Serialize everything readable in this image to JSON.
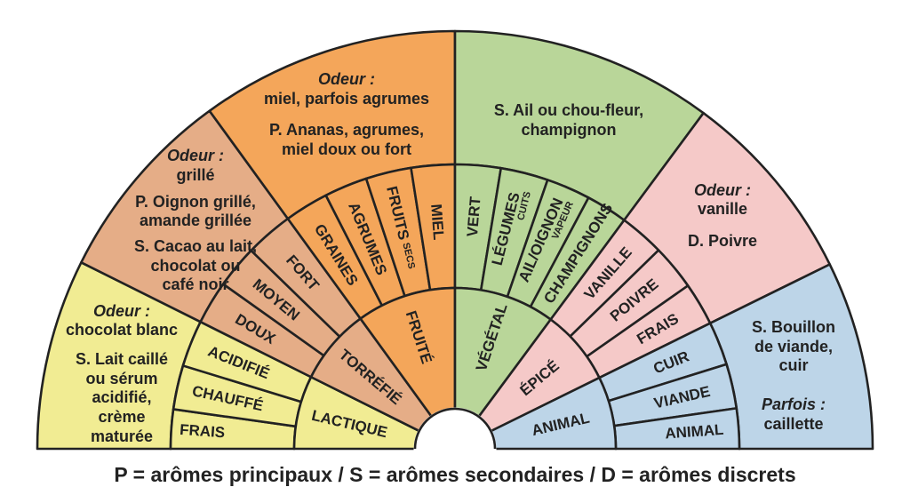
{
  "sectors": [
    {
      "category": "LACTIQUE",
      "color": "#f1ec93",
      "subs": [
        {
          "label": "FRAIS"
        },
        {
          "label": "CHAUFFÉ"
        },
        {
          "label": "ACIDIFIÉ"
        }
      ],
      "description": [
        {
          "prefix": "",
          "text": "Odeur :",
          "italic": true
        },
        {
          "prefix": "",
          "text": "chocolat blanc"
        },
        {
          "prefix": "S.",
          "text": " Lait caillé"
        },
        {
          "prefix": "",
          "text": "ou sérum"
        },
        {
          "prefix": "",
          "text": "acidifié,"
        },
        {
          "prefix": "",
          "text": "crème"
        },
        {
          "prefix": "",
          "text": "maturée"
        }
      ]
    },
    {
      "category": "TORRÉFIÉ",
      "color": "#e5ad87",
      "subs": [
        {
          "label": "DOUX"
        },
        {
          "label": "MOYEN"
        },
        {
          "label": "FORT"
        }
      ],
      "description": [
        {
          "prefix": "",
          "text": "Odeur :",
          "italic": true
        },
        {
          "prefix": "",
          "text": "grillé"
        },
        {
          "prefix": "P.",
          "text": " Oignon grillé,"
        },
        {
          "prefix": "",
          "text": "amande grillée"
        },
        {
          "prefix": "S.",
          "text": " Cacao au lait,"
        },
        {
          "prefix": "",
          "text": "chocolat ou"
        },
        {
          "prefix": "",
          "text": "café noir"
        }
      ]
    },
    {
      "category": "FRUITÉ",
      "color": "#f4a65a",
      "subs": [
        {
          "label": "GRAINES"
        },
        {
          "label": "AGRUMES"
        },
        {
          "label": "FRUITS",
          "small": "SECS"
        },
        {
          "label": "MIEL"
        }
      ],
      "description": [
        {
          "prefix": "",
          "text": "Odeur :",
          "italic": true
        },
        {
          "prefix": "",
          "text": "miel, parfois agrumes"
        },
        {
          "prefix": "P.",
          "text": " Ananas, agrumes,"
        },
        {
          "prefix": "",
          "text": "miel doux ou fort"
        }
      ]
    },
    {
      "category": "VÉGÉTAL",
      "color": "#b9d699",
      "subs": [
        {
          "label": "VERT"
        },
        {
          "label": "LÉGUMES",
          "small": "CUITS"
        },
        {
          "label": "AIL/OIGNON",
          "small": "VAPEUR"
        },
        {
          "label": "CHAMPIGNONS"
        }
      ],
      "description": [
        {
          "prefix": "S.",
          "text": " Ail ou chou-fleur,"
        },
        {
          "prefix": "",
          "text": "champignon"
        }
      ]
    },
    {
      "category": "ÉPICÉ",
      "color": "#f5c9c8",
      "subs": [
        {
          "label": "VANILLE"
        },
        {
          "label": "POIVRE"
        },
        {
          "label": "FRAIS"
        }
      ],
      "description": [
        {
          "prefix": "",
          "text": "Odeur :",
          "italic": true
        },
        {
          "prefix": "",
          "text": "vanille"
        },
        {
          "prefix": "D.",
          "text": " Poivre"
        }
      ]
    },
    {
      "category": "ANIMAL",
      "color": "#bdd5e8",
      "subs": [
        {
          "label": "CUIR"
        },
        {
          "label": "VIANDE"
        },
        {
          "label": "ANIMAL"
        }
      ],
      "description": [
        {
          "prefix": "S.",
          "text": " Bouillon"
        },
        {
          "prefix": "",
          "text": "de viande,"
        },
        {
          "prefix": "",
          "text": "cuir"
        },
        {
          "prefix": "",
          "text": "Parfois :",
          "italic": true
        },
        {
          "prefix": "",
          "text": "caillette"
        }
      ]
    }
  ],
  "legend": "P = arômes principaux / S = arômes secondaires / D = arômes discrets"
}
